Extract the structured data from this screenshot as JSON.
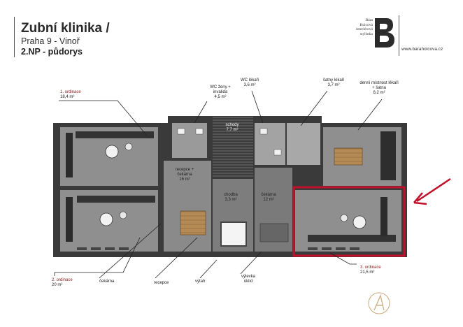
{
  "header": {
    "title": "Zubní klinika /",
    "subtitle": "Praha 9 - Vinoř",
    "floor": "2.NP - půdorys"
  },
  "brand": {
    "logo_lines": [
      "Bára",
      "Holcová",
      "interiérová",
      "stylistka"
    ],
    "website": "www.baraholcova.cz"
  },
  "rooms": {
    "ordinace1": {
      "name": "1. ordinace",
      "area": "18,4 m²"
    },
    "ordinace2": {
      "name": "2. ordinace",
      "area": "20 m²"
    },
    "ordinace3": {
      "name": "3. ordinace",
      "area": "21,5 m²"
    },
    "wc_zeny": {
      "name": "WC ženy + invalida",
      "area": "4,5 m²"
    },
    "wc_lekari": {
      "name": "WC lékaři",
      "area": "3,6 m²"
    },
    "satny": {
      "name": "šatny lékaři",
      "area": "3,7 m²"
    },
    "denni": {
      "name": "denní místnost lékaři + šatna",
      "area": "8,2 m²"
    },
    "schody": {
      "name": "schody",
      "area": "7,7 m²"
    },
    "recepce_cekarna": {
      "name": "recepce + čekárna",
      "area": "16 m²"
    },
    "chodba": {
      "name": "chodba",
      "area": "3,3 m²"
    },
    "cekarna": {
      "name": "čekárna",
      "area": "12 m²"
    }
  },
  "callouts": {
    "cekarna": "čekárna",
    "recepce": "recepce",
    "vytah": "výtah",
    "vylevka": "výlevka úklid"
  },
  "colors": {
    "highlight": "#c0102a",
    "floor": "#8f8f8f",
    "wall": "#3a3a3a",
    "room_label": "#8a1a1a"
  }
}
